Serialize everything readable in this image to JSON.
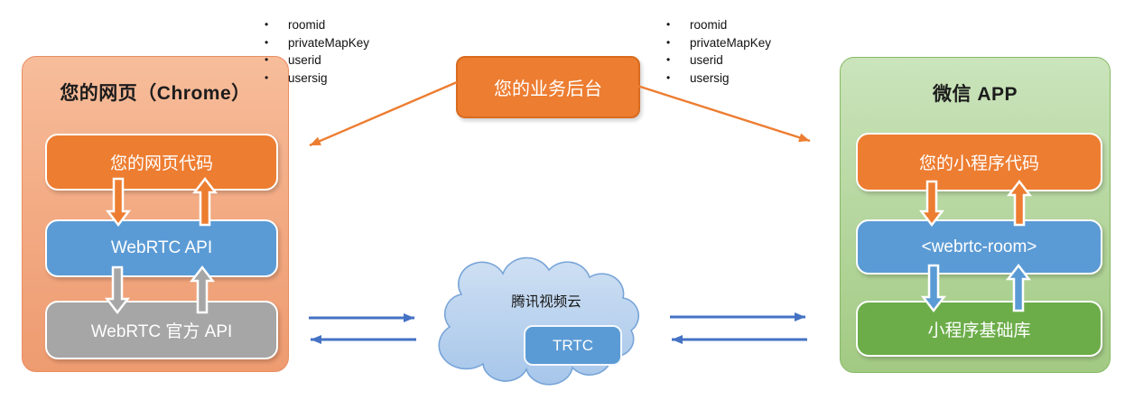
{
  "backend": {
    "label": "您的业务后台"
  },
  "params_left": {
    "items": [
      "roomid",
      "privateMapKey",
      "userid",
      "usersig"
    ]
  },
  "params_right": {
    "items": [
      "roomid",
      "privateMapKey",
      "userid",
      "usersig"
    ]
  },
  "left_panel": {
    "title": "您的网页（Chrome）",
    "boxes": {
      "code": "您的网页代码",
      "api": "WebRTC API",
      "official": "WebRTC 官方 API"
    }
  },
  "right_panel": {
    "title": "微信 APP",
    "boxes": {
      "code": "您的小程序代码",
      "room": "<webrtc-room>",
      "base": "小程序基础库"
    }
  },
  "cloud": {
    "label": "腾讯视频云",
    "trtc": "TRTC"
  },
  "colors": {
    "orange": "#ed7d31",
    "orange_border": "#d96b1f",
    "blue": "#5b9bd5",
    "gray": "#a6a6a6",
    "green": "#6cad49",
    "left_panel_top": "#f7bd9b",
    "left_panel_bottom": "#ee9b70",
    "left_panel_border": "#ea8d61",
    "right_panel_top": "#cbe4bc",
    "right_panel_bottom": "#a2ca83",
    "right_panel_border": "#86bb66",
    "flow_arrow_blue": "#4472c4",
    "cloud_fill_top": "#cfe0f3",
    "cloud_fill_bottom": "#a6c6ea",
    "cloud_border": "#78a4d8"
  }
}
